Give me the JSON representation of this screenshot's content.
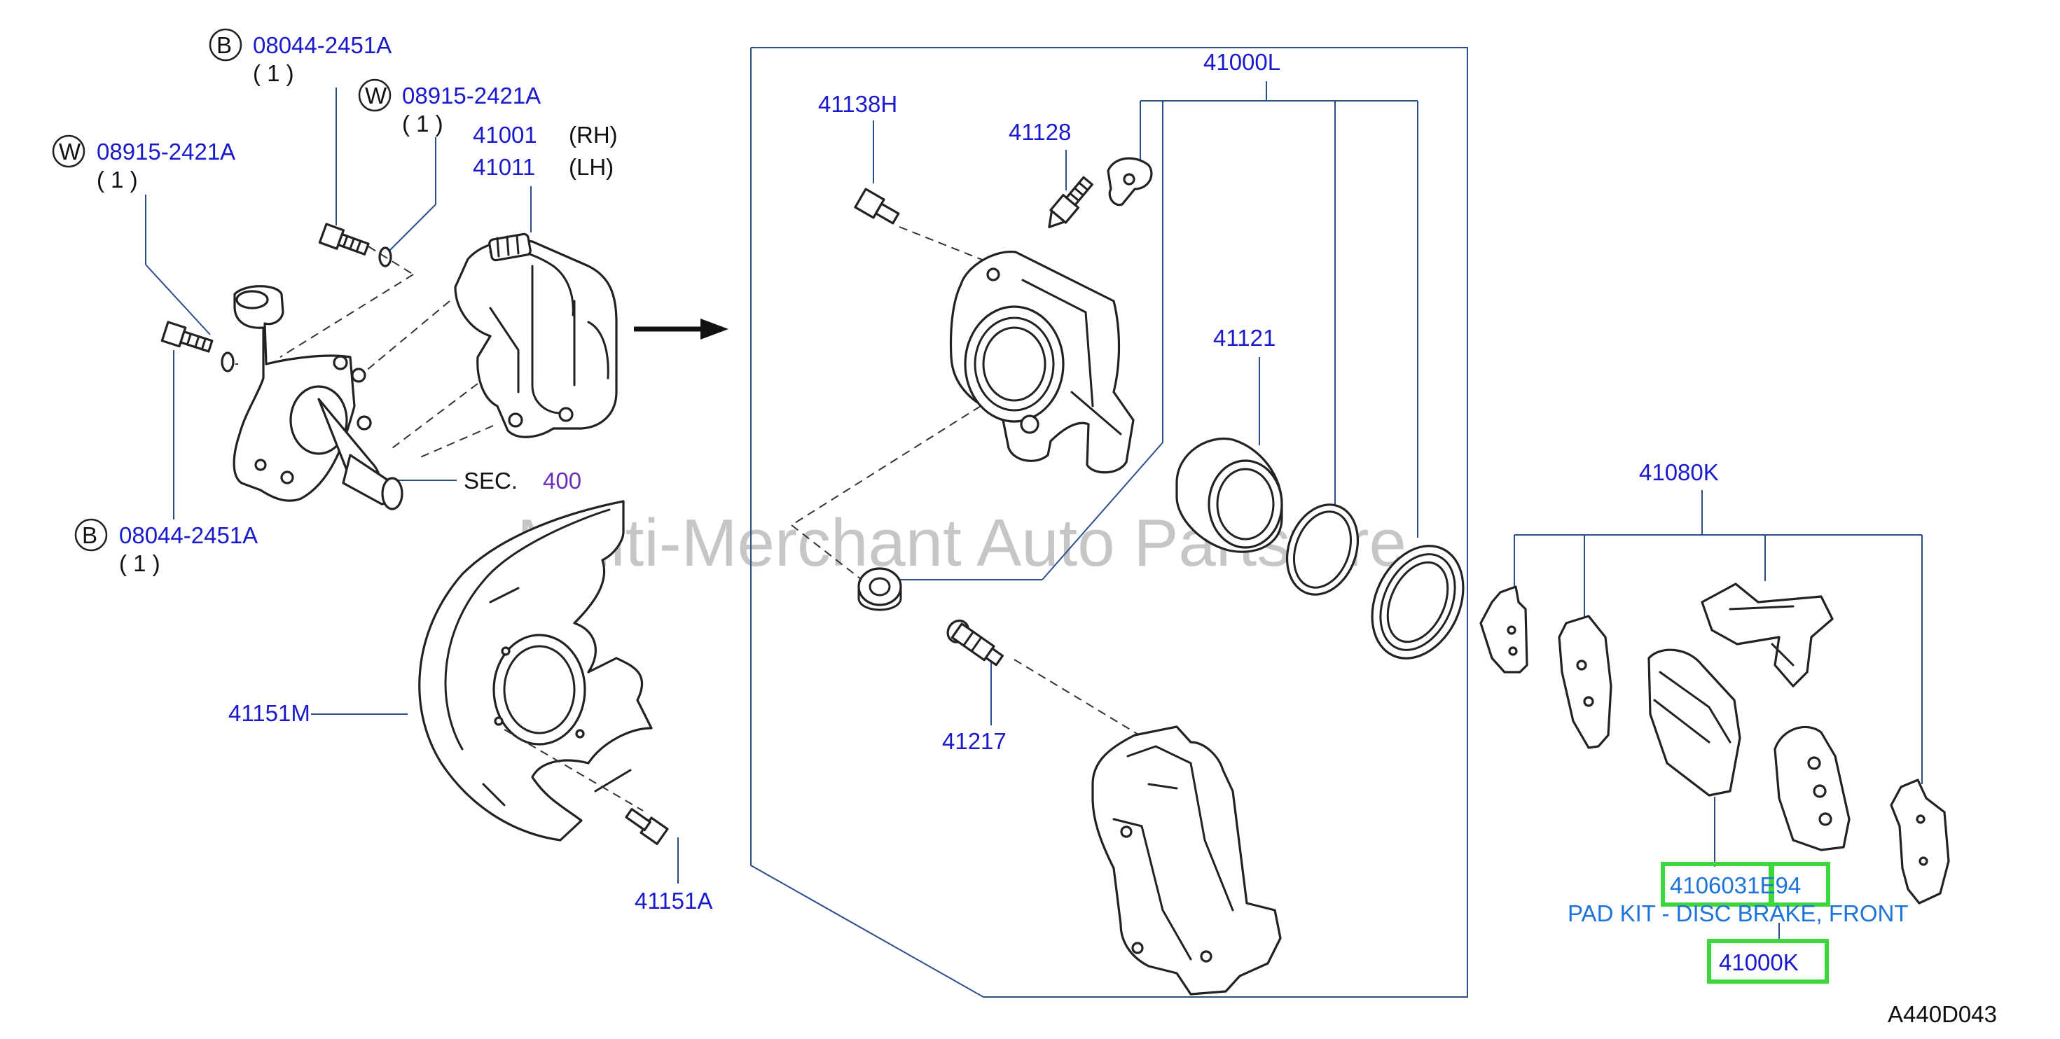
{
  "watermark": "Multi-Merchant Auto Partstore",
  "diagram_code": "A440D043",
  "arrow_icon": "right-arrow-icon",
  "bolts": [
    {
      "marker": "B",
      "part": "08044-2451A",
      "qty": "( 1 )"
    },
    {
      "marker": "W",
      "part": "08915-2421A",
      "qty": "( 1 )"
    },
    {
      "marker": "W",
      "part": "08915-2421A",
      "qty": "( 1 )"
    },
    {
      "marker": "B",
      "part": "08044-2451A",
      "qty": "( 1 )"
    }
  ],
  "caliper_assy": [
    {
      "part": "41001",
      "side": "(RH)"
    },
    {
      "part": "41011",
      "side": "(LH)"
    }
  ],
  "section_ref": {
    "label": "SEC.",
    "number": "400"
  },
  "parts": {
    "p41000L": "41000L",
    "p41138H": "41138H",
    "p41128": "41128",
    "p41121": "41121",
    "p41217": "41217",
    "p41151M": "41151M",
    "p41151A": "41151A",
    "p41080K": "41080K"
  },
  "highlighted": {
    "pad_part_number": "4106031E94",
    "pad_description": "PAD KIT - DISC BRAKE, FRONT",
    "pad_kit_code": "41000K",
    "highlight_color": "#3dd63d"
  }
}
